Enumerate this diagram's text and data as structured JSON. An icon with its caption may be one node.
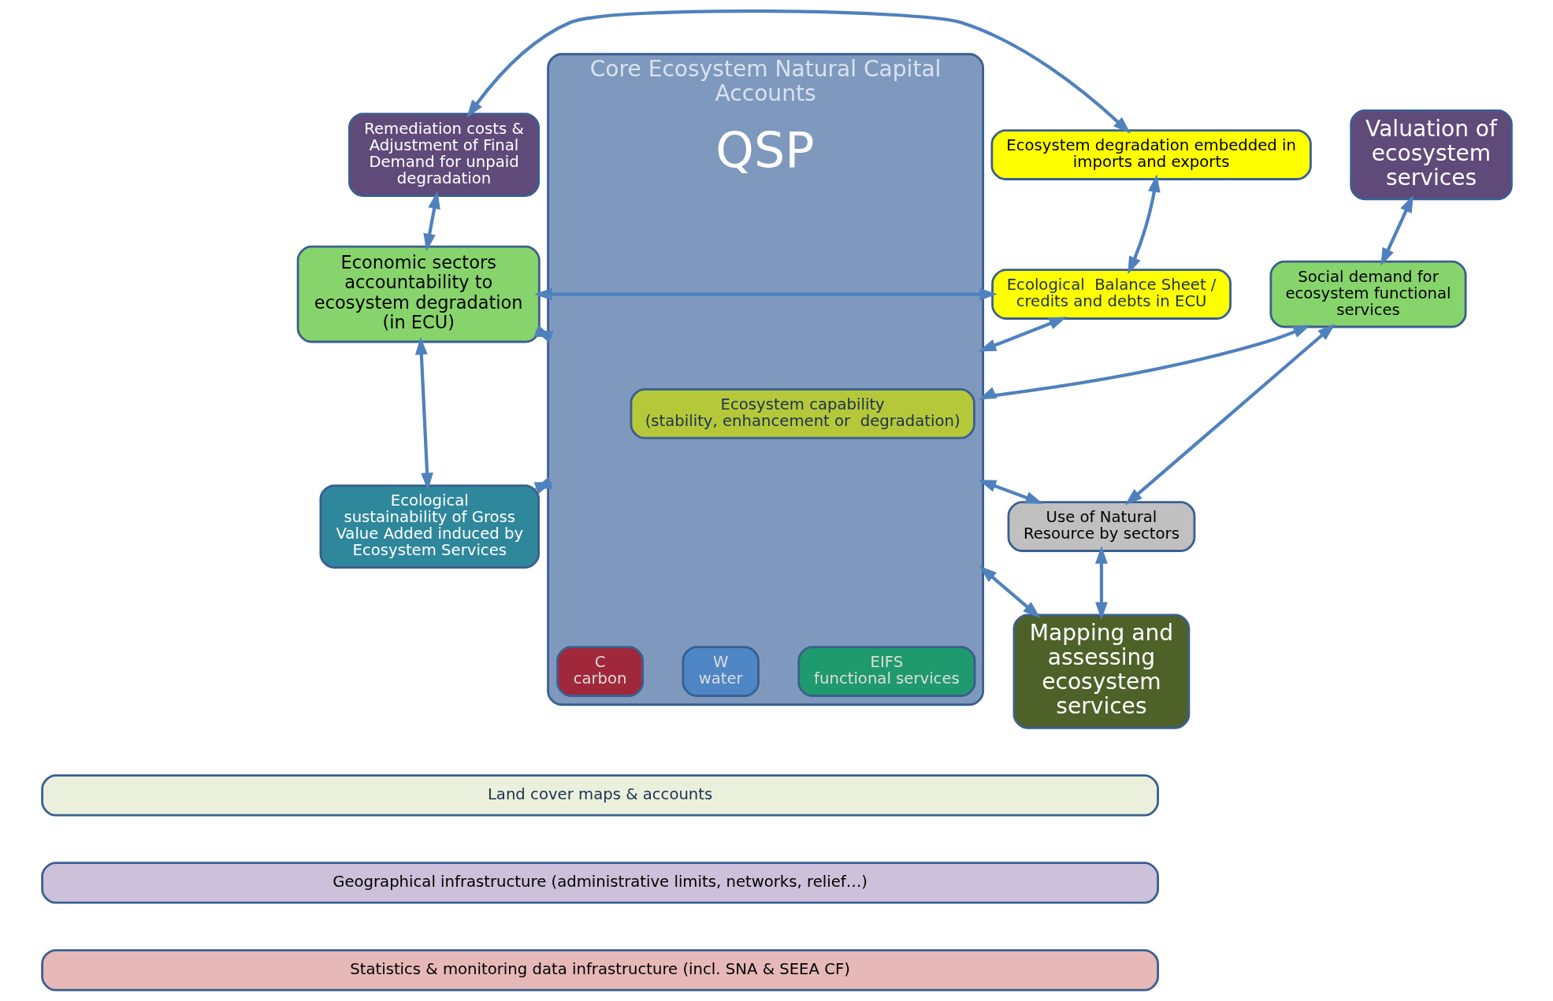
{
  "diagram": {
    "nodes": [
      {
        "text": [
          "Remediation costs & Adjustment of Final Demand for unpaid degradation"
        ]
      },
      {
        "text": [
          "Ecosystem degradation embedded in imports and exports"
        ]
      },
      {
        "text": [
          "Valuation of ecosystem services"
        ]
      },
      {
        "text": [
          "Ecological  Balance Sheet /",
          "credits and debts in ECU"
        ]
      },
      {
        "text": [
          "Economic sectors accountability to ecosystem degradation",
          "(in ECU)"
        ]
      },
      {
        "text": [
          "Social demand for ecosystem functional services"
        ]
      },
      {
        "text": [
          "Core Ecosystem Natural Capital Accounts"
        ]
      },
      {
        "text": [
          "Ecosystem capability",
          "(stability, enhancement or  degradation)"
        ],
        "in": 6
      },
      {
        "text": [
          "C",
          "carbon"
        ],
        "in": 6
      },
      {
        "text": [
          "W",
          "water"
        ],
        "in": 6
      },
      {
        "text": [
          "EIFS",
          "functional services"
        ],
        "in": 6
      },
      {
        "text": [
          "Use of Natural Resource by sectors"
        ]
      },
      {
        "text": [
          "Ecological sustainability of Gross Value Added induced by Ecosystem Services"
        ]
      },
      {
        "text": [
          "Mapping and assessing ecosystem services"
        ]
      },
      {
        "text": [
          "Land cover maps & accounts"
        ]
      },
      {
        "text": [
          "Geographical infrastructure (administrative limits, networks, relief…)"
        ]
      },
      {
        "text": [
          "Statistics & monitoring data infrastructure (incl. SNA & SEEA CF)"
        ]
      }
    ],
    "edges": [
      {
        "from": 0,
        "to": 1,
        "arrow": "both"
      },
      {
        "from": 0,
        "to": 4,
        "arrow": "both"
      },
      {
        "from": 1,
        "to": 3,
        "arrow": "both"
      },
      {
        "from": 3,
        "to": 6,
        "arrow": "both"
      },
      {
        "from": 4,
        "to": 3,
        "arrow": "both"
      },
      {
        "from": 4,
        "to": 6,
        "arrow": "both"
      },
      {
        "from": 4,
        "to": 12,
        "arrow": "both"
      },
      {
        "from": 12,
        "to": 6,
        "arrow": "both"
      },
      {
        "from": 6,
        "to": 5,
        "arrow": "both"
      },
      {
        "from": 6,
        "to": 11,
        "arrow": "both"
      },
      {
        "from": 6,
        "to": 13,
        "arrow": "both"
      },
      {
        "from": 2,
        "to": 5,
        "arrow": "both"
      },
      {
        "from": 5,
        "to": 11,
        "arrow": "both"
      },
      {
        "from": 11,
        "to": 13,
        "arrow": "both"
      }
    ],
    "labels": [
      "QSP"
    ]
  }
}
